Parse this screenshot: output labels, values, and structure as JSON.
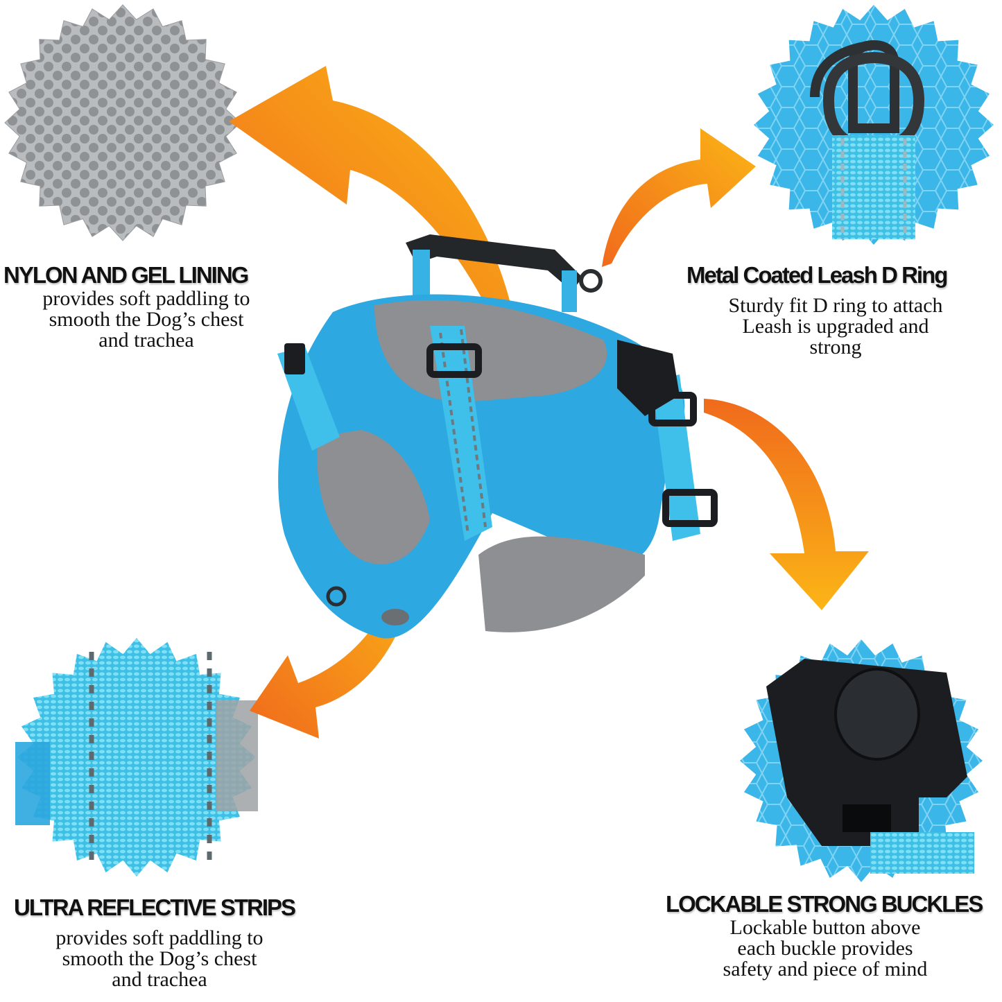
{
  "colors": {
    "harness_blue": "#2aa8e0",
    "harness_light_blue": "#4cc6ee",
    "mesh_gray": "#8c8e92",
    "buckle_black": "#1a1c1f",
    "arrow_orange": "#f27a1a",
    "arrow_yellow": "#fbb216"
  },
  "features": {
    "nylon": {
      "title": "NYLON AND GEL LINING",
      "lines": [
        "provides soft paddling to",
        "smooth the Dog’s chest",
        "and trachea"
      ],
      "icon": "mesh-fabric-icon"
    },
    "dring": {
      "title": "Metal Coated Leash D Ring",
      "lines": [
        "Sturdy fit D ring to attach",
        "Leash is upgraded and",
        "strong"
      ],
      "icon": "d-ring-icon"
    },
    "reflective": {
      "title": "ULTRA REFLECTIVE STRIPS",
      "lines": [
        "provides soft paddling to",
        "smooth the Dog’s chest",
        "and trachea"
      ],
      "icon": "reflective-strap-icon"
    },
    "buckle": {
      "title": "LOCKABLE STRONG BUCKLES",
      "lines": [
        "Lockable button above",
        "each buckle provides",
        "safety and piece of mind"
      ],
      "icon": "buckle-icon"
    }
  }
}
